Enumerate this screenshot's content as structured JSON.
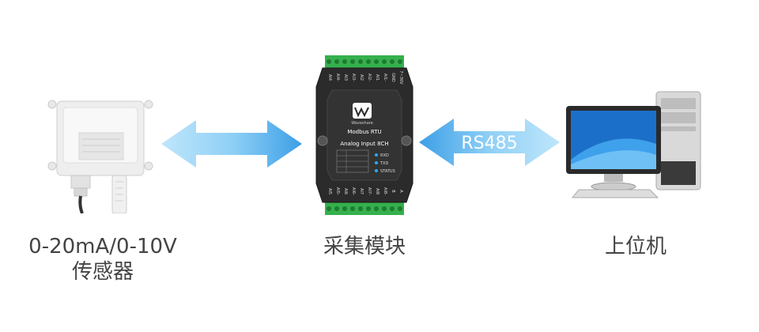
{
  "nodes": {
    "sensor": {
      "line1": "0-20mA/0-10V",
      "line2": "传感器"
    },
    "module": {
      "label": "采集模块",
      "model_line1": "Modbus RTU",
      "model_line2": "Analog Input 8CH",
      "brand": "Waveshare",
      "top_pins": [
        "AI4",
        "AI4-",
        "AI3",
        "AI3-",
        "AI2",
        "AI2-",
        "AI1",
        "AI1-",
        "GND",
        "7~36V"
      ],
      "bottom_pins": [
        "AI5",
        "AI5-",
        "AI6",
        "AI6-",
        "AI7",
        "AI7-",
        "AI8",
        "AI8-",
        "B",
        "A"
      ],
      "leds": [
        "RXD",
        "TXD",
        "STATUS"
      ]
    },
    "host": {
      "label": "上位机"
    }
  },
  "links": {
    "left": {
      "label": ""
    },
    "right": {
      "label": "RS485"
    }
  },
  "colors": {
    "arrow_light": "#bfe6fb",
    "arrow_dark": "#3d9fe6",
    "module_body": "#2b2b2b",
    "terminal_green": "#35b04c",
    "label_text": "#444444"
  }
}
